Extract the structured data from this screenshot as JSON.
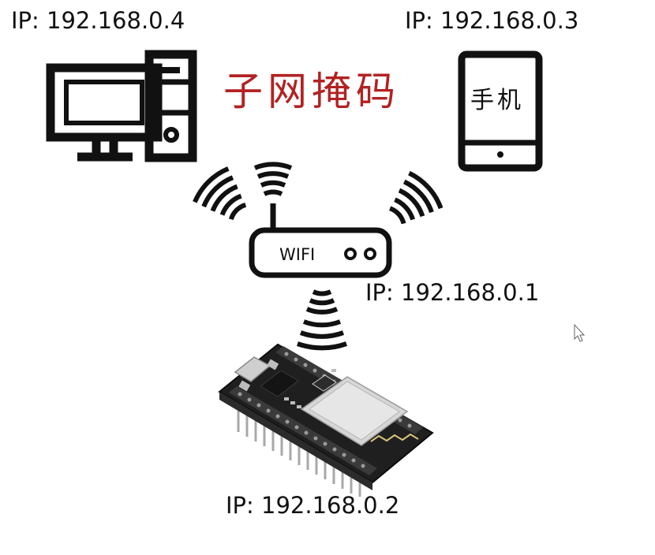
{
  "title": "子网掩码",
  "devices": {
    "computer": {
      "ip": "IP: 192.168.0.4"
    },
    "phone": {
      "ip": "IP: 192.168.0.3",
      "label": "手机"
    },
    "router": {
      "ip": "IP: 192.168.0.1",
      "label": "WIFI"
    },
    "board": {
      "ip": "IP: 192.168.0.2"
    }
  },
  "colors": {
    "title": "#b22222",
    "outline": "#111111",
    "board": "#1f1f1f",
    "board_module": "#d9d9d9",
    "pin": "#bfbfbf"
  },
  "icons": {
    "computer": "desktop-computer-icon",
    "phone": "mobile-phone-icon",
    "router": "wifi-router-icon",
    "board": "esp8266-board-icon",
    "cursor": "mouse-cursor-icon"
  }
}
